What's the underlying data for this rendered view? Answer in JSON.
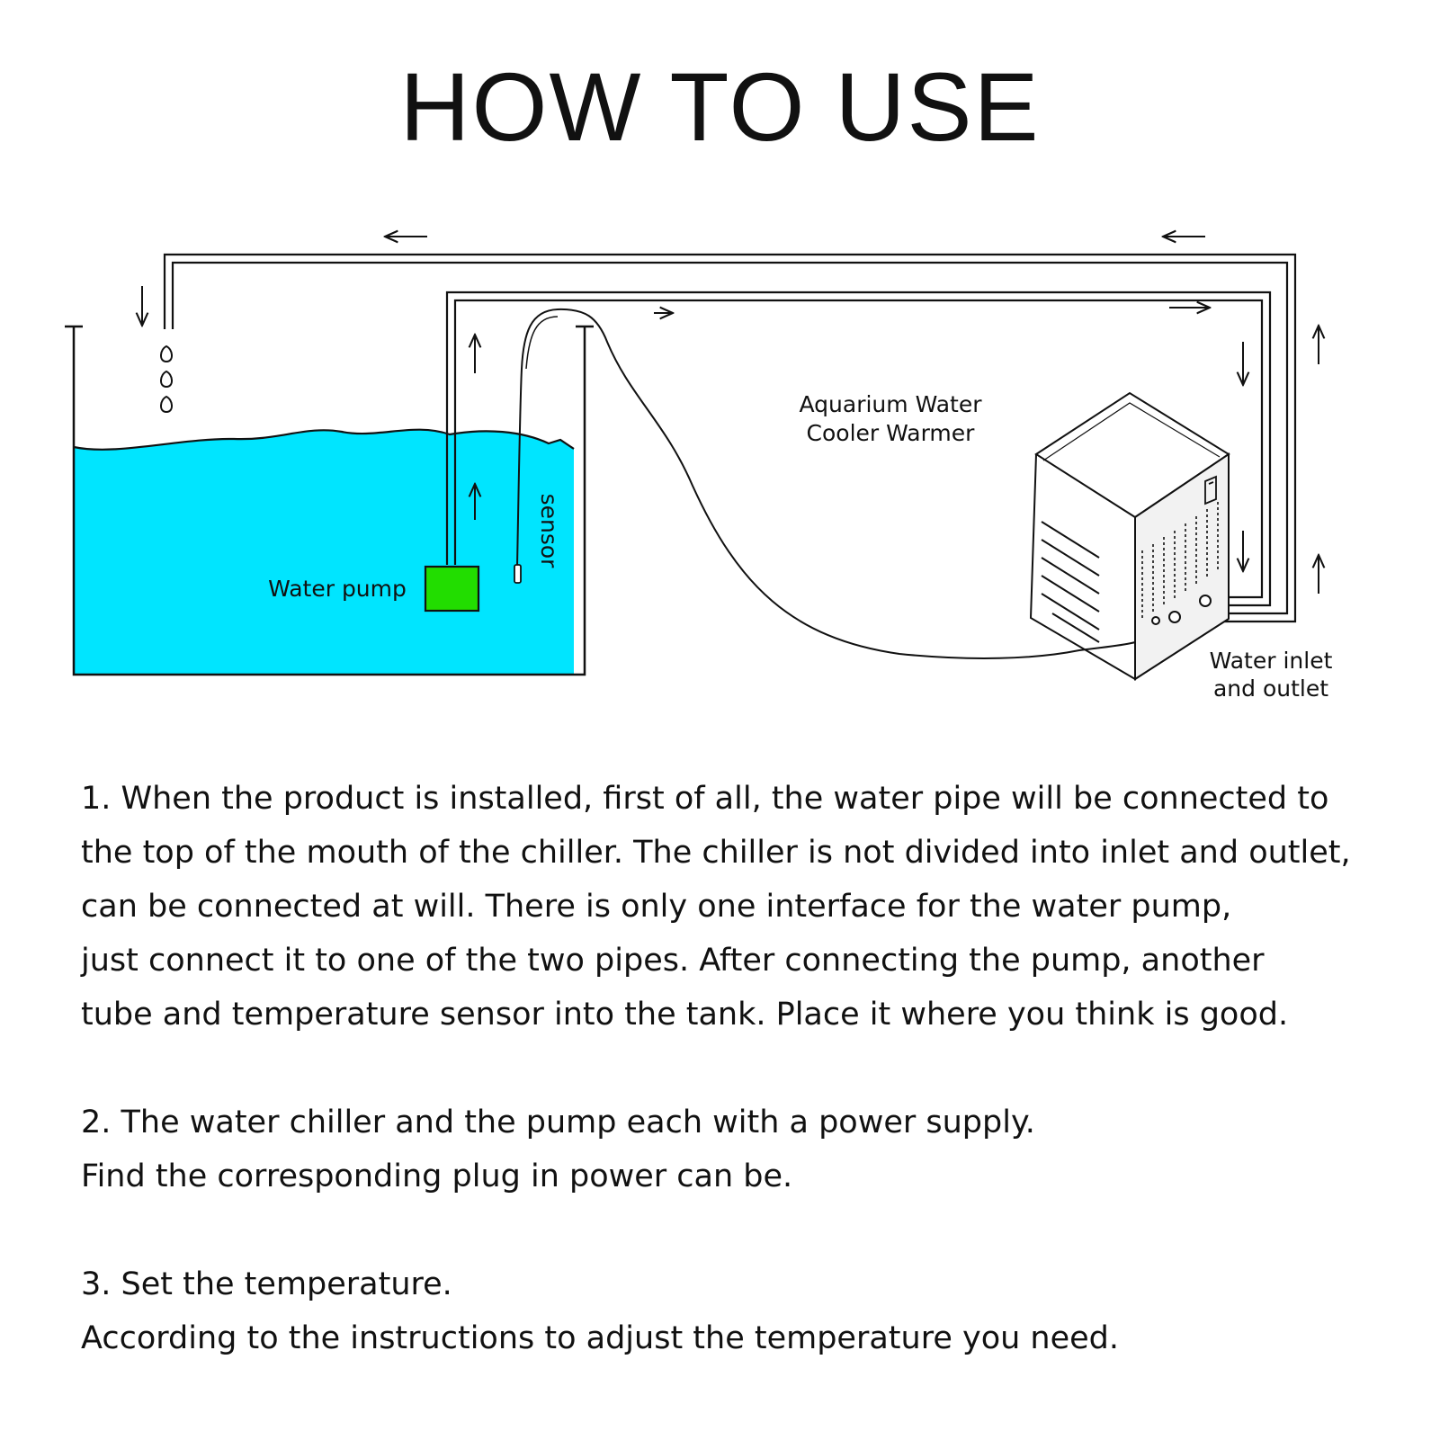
{
  "title": "HOW TO USE",
  "diagram": {
    "labels": {
      "device_line1": "Aquarium Water",
      "device_line2": "Cooler Warmer",
      "pump": "Water pump",
      "sensor": "sensor",
      "ports_line1": "Water inlet",
      "ports_line2": "and outlet"
    },
    "colors": {
      "water": "#00e5ff",
      "pump": "#22dd00",
      "line": "#111111"
    }
  },
  "steps": [
    {
      "lines": [
        "1. When the product is installed, first of all, the water pipe will be connected to",
        "the top of the mouth of the chiller. The chiller is not divided into inlet and outlet,",
        "can be connected at will. There is only one interface for the water pump,",
        "just connect it to one of the two pipes. After connecting the pump, another",
        "tube and temperature sensor into the tank. Place it where you think is good."
      ]
    },
    {
      "lines": [
        "2. The water chiller and the pump each with a power supply.",
        "Find the corresponding plug in power can be."
      ]
    },
    {
      "lines": [
        "3. Set the temperature.",
        "According to the instructions to adjust the temperature you need."
      ]
    }
  ]
}
